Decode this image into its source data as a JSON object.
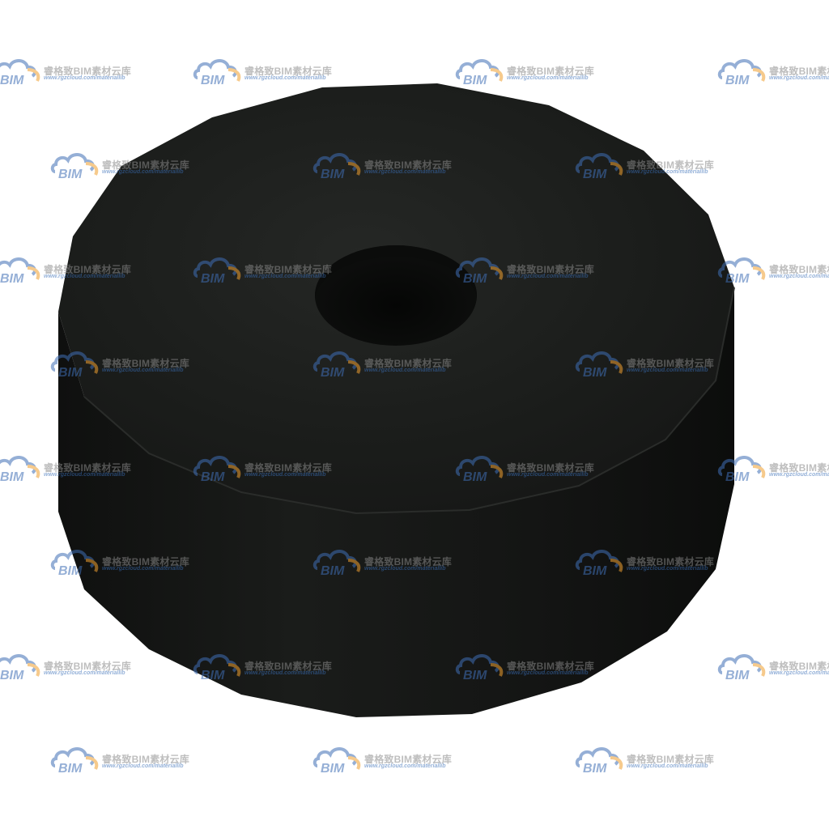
{
  "watermark": {
    "logo_text": "BIM",
    "brand": "睿格致BIM素材云库",
    "site": "www.rgzcloud.com/materiallib",
    "logo_blue": "#3f6eb5",
    "logo_orange": "#f0a030"
  },
  "object": {
    "description_icon": "rubber-washer-pad",
    "color_top": "#1a1c1a",
    "color_side": "#121412",
    "color_hole": "#070807"
  }
}
